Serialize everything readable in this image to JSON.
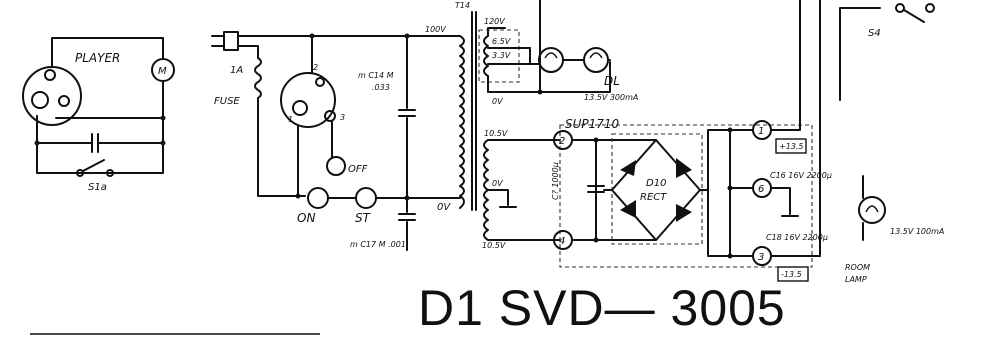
{
  "player": {
    "label": "PLAYER",
    "motor": "M",
    "switch": "S1a"
  },
  "fuse": {
    "rating": "1A",
    "label": "FUSE"
  },
  "line_switch": {
    "pin1": "1",
    "pin2": "2",
    "pin3": "3",
    "off": "OFF",
    "on": "ON"
  },
  "caps": {
    "c14": "m C14 M",
    "c14v": ".033",
    "c17": "m C17 M .001"
  },
  "transformer": {
    "label": "T14",
    "tap_100v": "100V",
    "tap_0v": "0V",
    "sec_120v": "120V",
    "sec_65v": "6.5V",
    "sec_33v": "3.3V",
    "sec_0v": "0V",
    "sec_105v": "10.5V",
    "sec_mid_0v": "0V",
    "sec_105v_b": "10.5V"
  },
  "starter": "ST",
  "dial_lamp": {
    "label": "DL",
    "rating": "13.5V 300mA"
  },
  "diode_pkg": "SUP1710",
  "rectifier": {
    "line1": "D10",
    "line2": "RECT"
  },
  "c_side": "C? 1000μ",
  "terminals": {
    "t1": "1",
    "t2": "2",
    "t3": "3",
    "t4": "4",
    "t6": "6"
  },
  "voltages": {
    "plus": "+13.5",
    "minus": "-13.5"
  },
  "caps_out": {
    "c16": "C16 16V 2200μ",
    "c18": "C18 16V 2200μ"
  },
  "s4": "S4",
  "room_lamp": {
    "rating": "13.5V 100mA",
    "label1": "ROOM",
    "label2": "LAMP"
  },
  "diagram_title": "D1 SVD— 3005"
}
